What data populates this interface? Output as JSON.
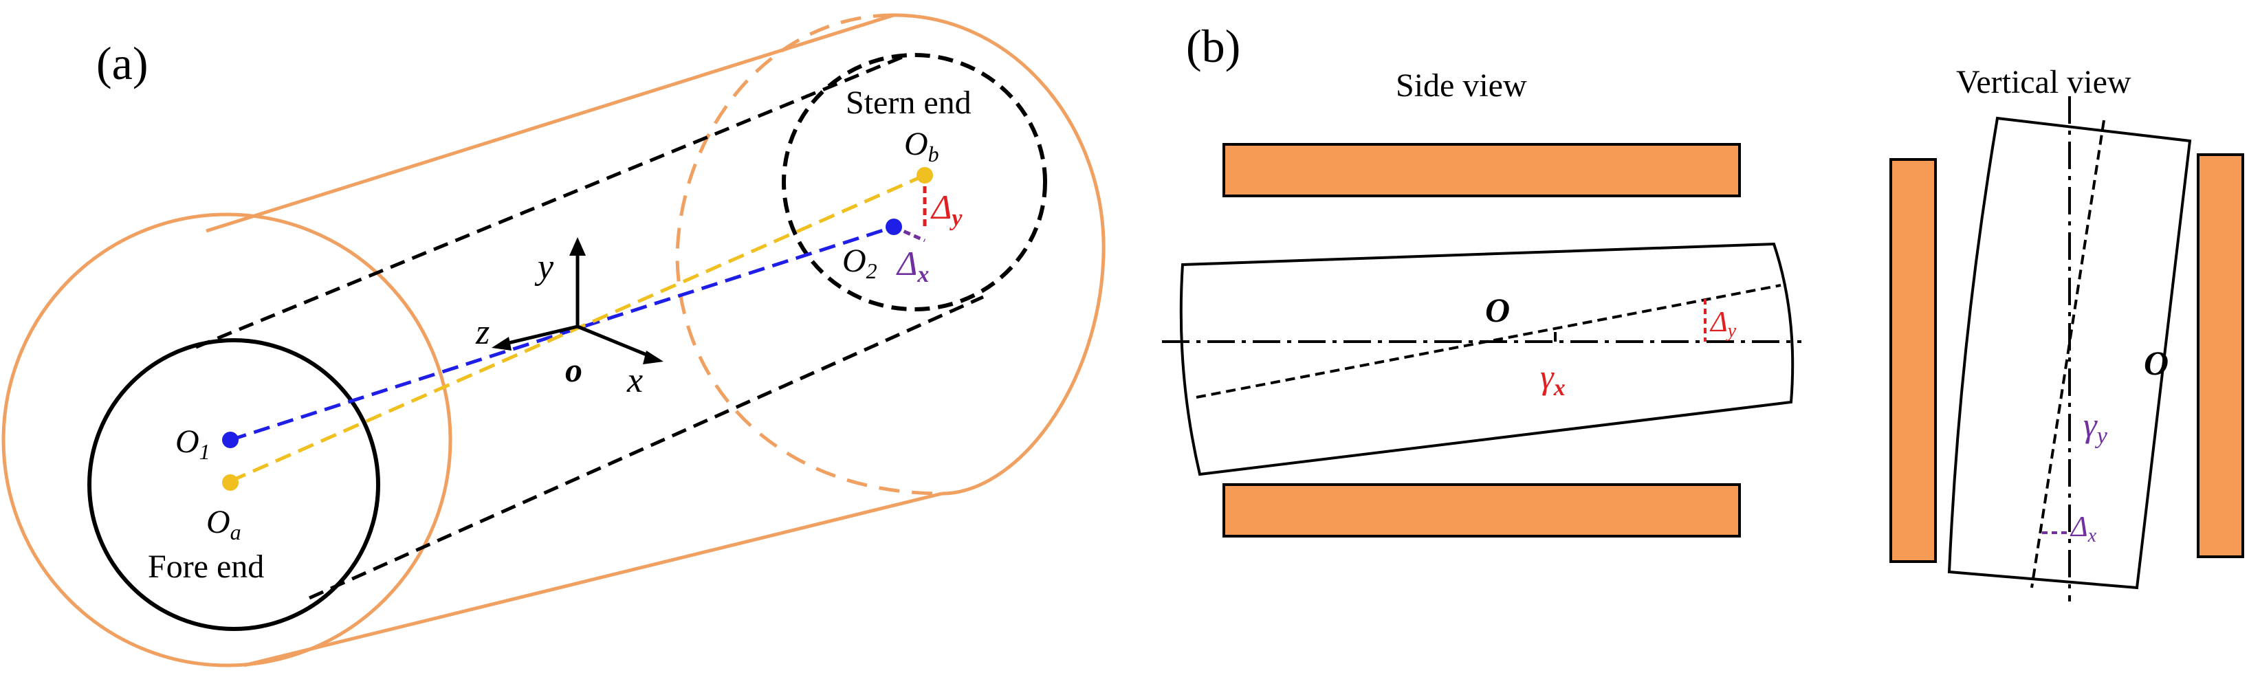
{
  "panel_a": {
    "label": "(a)",
    "fore_end": "Fore end",
    "stern_end": "Stern end",
    "axes": {
      "x": "x",
      "y": "y",
      "z": "z",
      "origin": "o"
    },
    "points": {
      "O1": {
        "base": "O",
        "sub": "1"
      },
      "Oa": {
        "base": "O",
        "sub": "a"
      },
      "O2": {
        "base": "O",
        "sub": "2"
      },
      "Ob": {
        "base": "O",
        "sub": "b"
      }
    },
    "delta_y": {
      "base": "Δ",
      "sub": "y"
    },
    "delta_x": {
      "base": "Δ",
      "sub": "x"
    }
  },
  "panel_b": {
    "label": "(b)",
    "side_view": {
      "title": "Side view",
      "origin": "O",
      "gamma": {
        "base": "γ",
        "sub": "x"
      },
      "delta": {
        "base": "Δ",
        "sub": "y"
      }
    },
    "vertical_view": {
      "title": "Vertical view",
      "origin": "O",
      "gamma": {
        "base": "γ",
        "sub": "y"
      },
      "delta": {
        "base": "Δ",
        "sub": "x"
      }
    }
  },
  "colors": {
    "orange": "#F0A060",
    "block_fill": "#F59B55",
    "blue": "#1E1EE6",
    "yellow": "#F0C020",
    "red": "#E02020",
    "purple": "#7030A0",
    "black": "#000000"
  }
}
